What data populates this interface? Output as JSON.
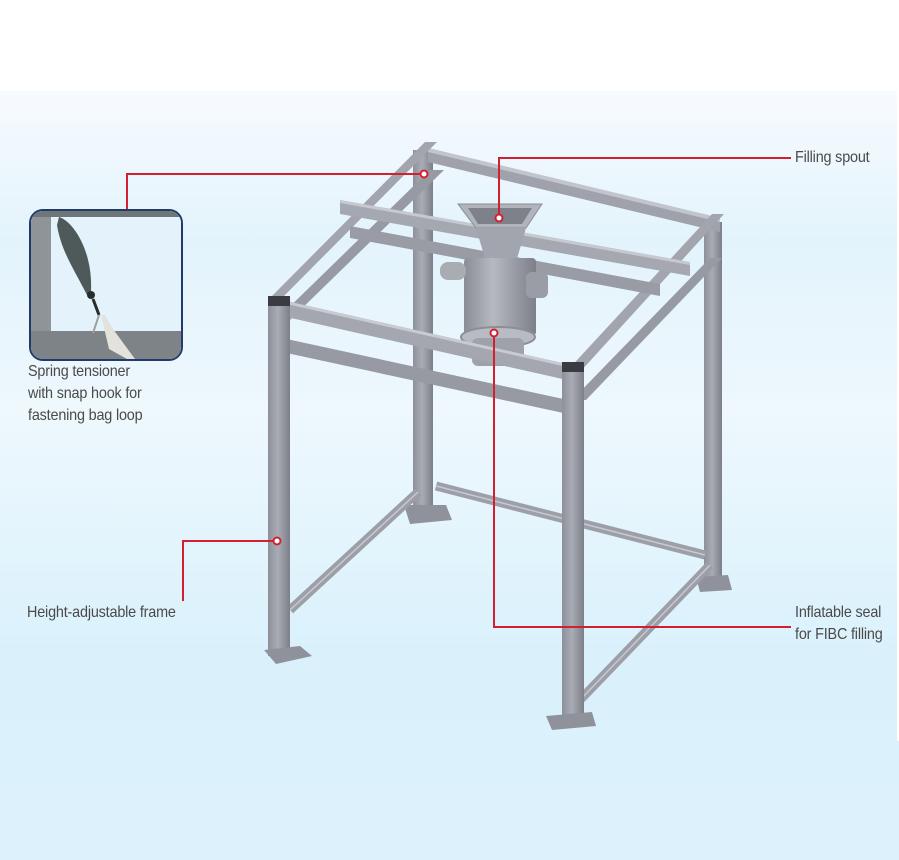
{
  "figure": {
    "subject": "FIBC filling station frame",
    "background_color": "#dcf1fc",
    "callout_color": "#d32030",
    "frame_color": "#9a9da6"
  },
  "callouts": [
    {
      "id": "filling-spout",
      "text": "Filling spout"
    },
    {
      "id": "spring-tensioner",
      "lines": [
        "Spring tensioner",
        "with snap hook for",
        "fastening bag loop"
      ]
    },
    {
      "id": "height-adjustable-frame",
      "text": "Height-adjustable frame"
    },
    {
      "id": "inflatable-seal",
      "lines": [
        "Inflatable seal",
        "for FIBC filling"
      ]
    }
  ],
  "inset": {
    "name": "spring-tensioner-detail-photo"
  }
}
